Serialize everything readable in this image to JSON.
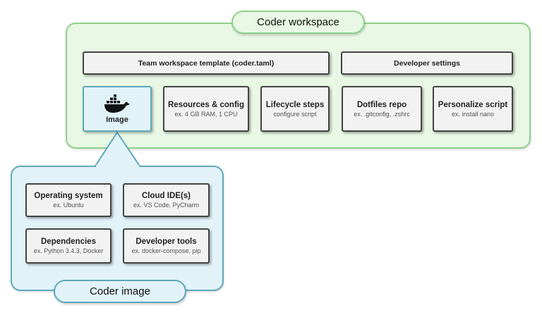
{
  "workspace": {
    "title": "Coder workspace",
    "template_bar": "Team workspace template (coder.taml)",
    "settings_bar": "Developer settings",
    "image_tile": {
      "label": "Image",
      "icon": "docker-whale-icon"
    },
    "tiles": [
      {
        "title": "Resources & config",
        "subtitle": "ex. 4 GB RAM, 1 CPU"
      },
      {
        "title": "Lifecycle steps",
        "subtitle": "configure script"
      },
      {
        "title": "Dotfiles repo",
        "subtitle": "ex. .gitconfig, .zshrc"
      },
      {
        "title": "Personalize script",
        "subtitle": "ex. install nano"
      }
    ]
  },
  "image": {
    "title": "Coder image",
    "tiles": [
      {
        "title": "Operating system",
        "subtitle": "ex. Ubuntu"
      },
      {
        "title": "Cloud IDE(s)",
        "subtitle": "ex. VS Code, PyCharm"
      },
      {
        "title": "Dependencies",
        "subtitle": "ex. Python 3.4.3, Docker"
      },
      {
        "title": "Developer tools",
        "subtitle": "ex. docker-compose, pip"
      }
    ]
  },
  "colors": {
    "workspace_fill": "#e8f8e4",
    "workspace_border": "#8fd18a",
    "image_fill": "#e1f3f9",
    "image_border": "#5fa8b8",
    "tile_fill": "#f2f2f2",
    "tile_border": "#444444"
  }
}
